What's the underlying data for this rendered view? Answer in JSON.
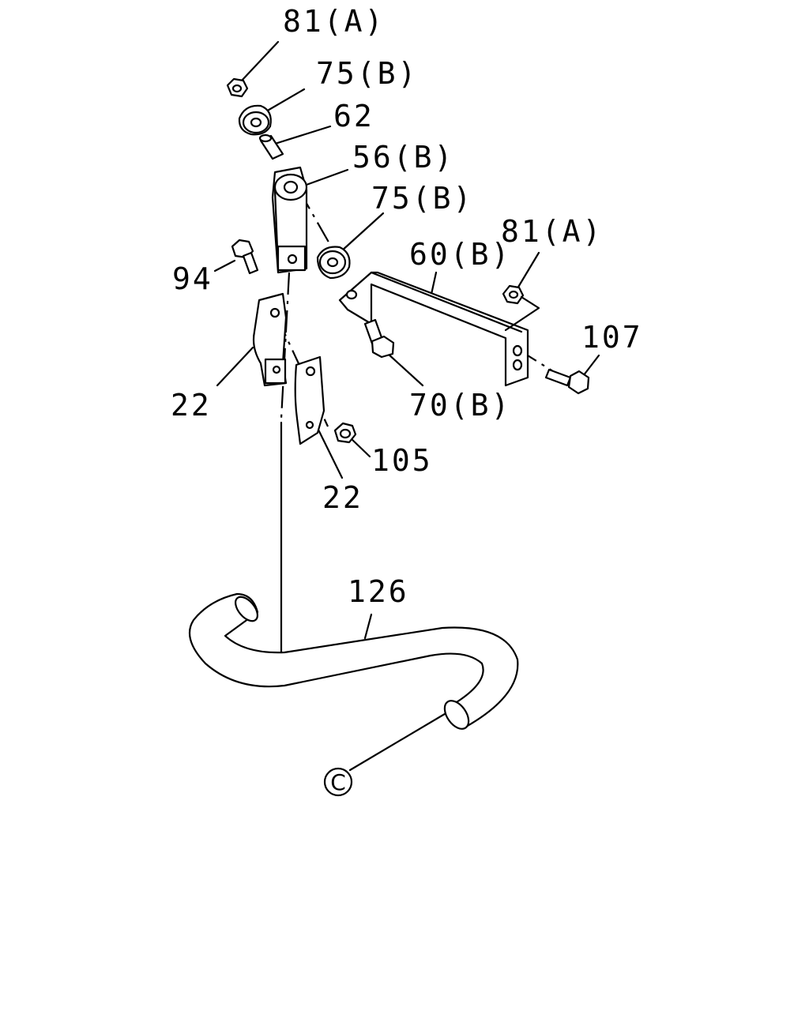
{
  "callouts": {
    "nut_top_a": "81(A)",
    "bushing_top_b": "75(B)",
    "collar": "62",
    "link_b": "56(B)",
    "bushing_mid_b": "75(B)",
    "bracket_b": "60(B)",
    "nut_right_a": "81(A)",
    "bolt_right": "107",
    "bolt_bracket_b": "70(B)",
    "bolt_left": "94",
    "clamp_left": "22",
    "nut_clamp": "105",
    "clamp_right": "22",
    "stabilizer_bar": "126",
    "ref_c": "C"
  }
}
